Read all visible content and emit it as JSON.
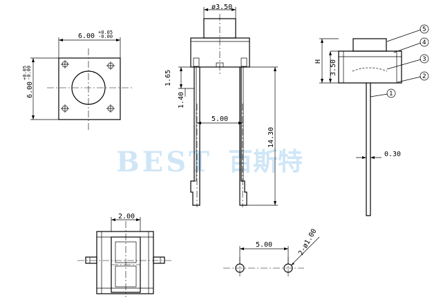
{
  "watermark": {
    "latin": "BEST",
    "cjk": "百斯特"
  },
  "top_view": {
    "width_dim": "6.00",
    "width_tol_upper": "+0.05",
    "width_tol_lower": "-0.00",
    "height_dim": "6.00",
    "height_tol_upper": "+0.05",
    "height_tol_lower": "-0.00"
  },
  "front_view": {
    "actuator_dia": "ø3.50",
    "dim_165": "1.65",
    "dim_140": "1.40",
    "pin_pitch": "5.00",
    "pin_length": "14.30"
  },
  "side_view": {
    "height_label": "H",
    "body_height": "3.50",
    "lead_thickness": "0.30",
    "balloons": [
      "1",
      "2",
      "3",
      "4",
      "5"
    ]
  },
  "bottom_view": {
    "width": "2.00"
  },
  "hole_pattern": {
    "pitch": "5.00",
    "hole_spec": "2-ø1.00"
  }
}
